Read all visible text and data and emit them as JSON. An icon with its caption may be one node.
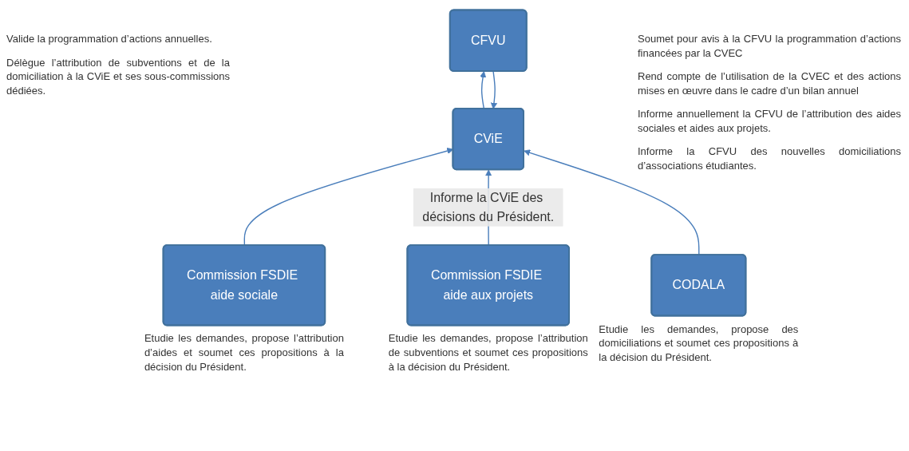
{
  "diagram": {
    "nodes": [
      {
        "text": [
          "CFVU"
        ]
      },
      {
        "text": [
          "CViE"
        ]
      },
      {
        "text": [
          "Commission FSDIE aide sociale"
        ],
        "beside": [
          "Etudie les demandes, propose l’attribution d’aides et soumet ces propositions à la décision du Président."
        ]
      },
      {
        "text": [
          "Commission FSDIE aide aux projets"
        ],
        "beside": [
          "Etudie les demandes, propose l’attribution de subventions et soumet ces propositions à la décision du Président."
        ]
      },
      {
        "text": [
          "CODALA"
        ],
        "beside": [
          "Etudie les demandes, propose des domiciliations et soumet ces propositions à la décision du Président."
        ]
      }
    ],
    "edges": [
      {
        "from": 0,
        "to": 1,
        "arrow": "to"
      },
      {
        "from": 1,
        "to": 0,
        "arrow": "to"
      },
      {
        "from": 2,
        "to": 1,
        "arrow": "to"
      },
      {
        "from": 3,
        "to": 1,
        "arrow": "to",
        "label": "Informe la CViE des décisions du Président."
      },
      {
        "from": 4,
        "to": 1,
        "arrow": "to"
      }
    ],
    "labels": [
      "Valide la programmation d’actions annuelles.",
      "Délègue l’attribution de subventions et de la domiciliation à la CViE et ses sous-commissions dédiées.",
      "Soumet pour avis à la CFVU la programmation d’actions financées par la CVEC",
      "Rend compte de l’utilisation de la CVEC et des actions mises en œuvre dans le cadre d’un bilan annuel",
      "Informe annuellement la CFVU de l’attribution des aides sociales et aides aux projets.",
      "Informe la CFVU des nouvelles domiciliations d’associations étudiantes."
    ]
  }
}
